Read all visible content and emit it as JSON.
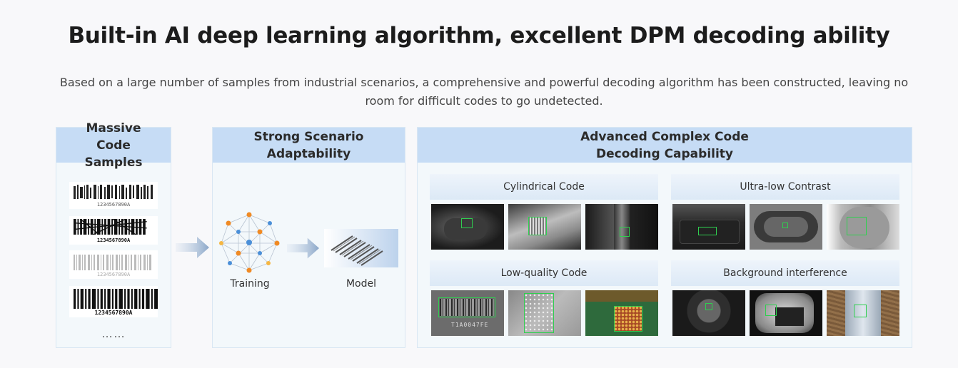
{
  "header": {
    "title": "Built-in AI deep learning algorithm, excellent DPM decoding ability",
    "subtitle": "Based on a large number of samples from industrial scenarios, a comprehensive and powerful decoding algorithm has been constructed, leaving no room for difficult codes to go undetected."
  },
  "panels": {
    "samples": {
      "title": "Massive Code Samples",
      "barcode_numbers": [
        "1234567890A",
        "1234567890A",
        "1234567890A",
        "1234567890A"
      ],
      "more": "……"
    },
    "adaptability": {
      "title": "Strong Scenario Adaptability",
      "training_label": "Training",
      "model_label": "Model"
    },
    "decoding": {
      "title": "Advanced Complex Code Decoding Capability",
      "categories": [
        {
          "label": "Cylindrical Code"
        },
        {
          "label": "Ultra-low Contrast"
        },
        {
          "label": "Low-quality Code"
        },
        {
          "label": "Background interference"
        }
      ]
    }
  },
  "colors": {
    "panel_header": "#c6dcf5",
    "panel_body": "#f3f8fb",
    "roi_box": "#2fcf4f",
    "node_orange": "#f08a24",
    "node_blue": "#4a8fd8"
  }
}
